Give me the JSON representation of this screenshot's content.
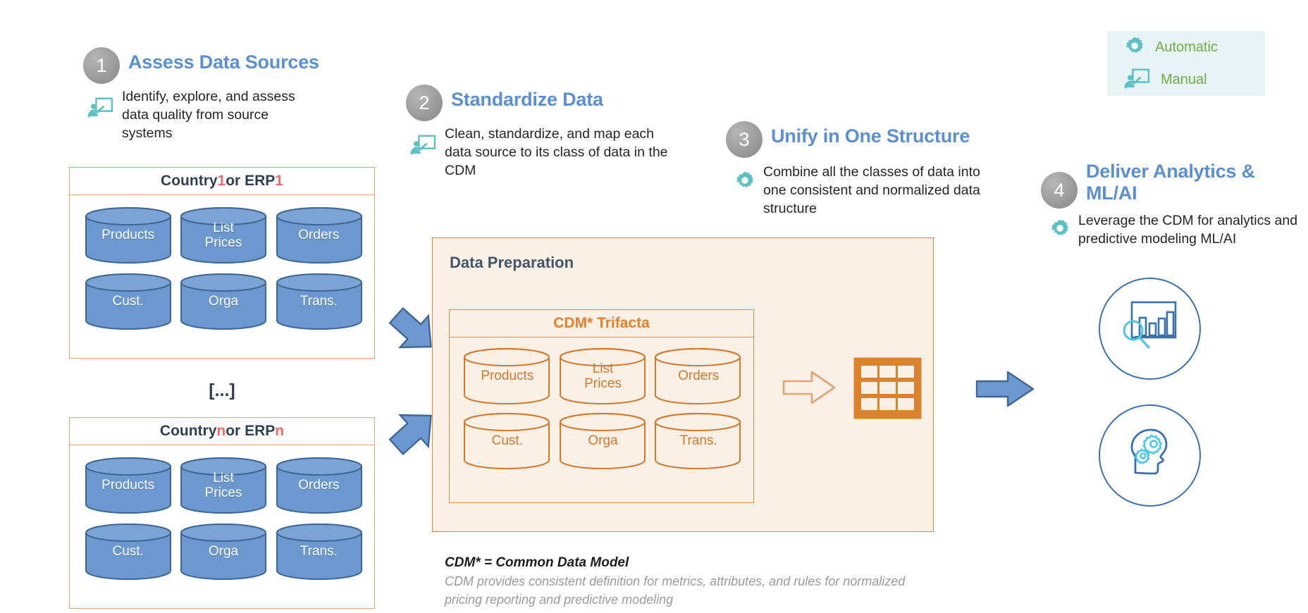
{
  "legend": {
    "items": [
      {
        "label": "Automatic",
        "icon": "gear-icon"
      },
      {
        "label": "Manual",
        "icon": "presentation-manual-icon"
      }
    ],
    "label_color": "#70ad47",
    "bg_color": "#e7f3f5"
  },
  "steps": [
    {
      "num": "1",
      "title": "Assess Data Sources",
      "body": "Identify, explore, and assess data quality from source systems",
      "icon": "presentation-manual-icon"
    },
    {
      "num": "2",
      "title": "Standardize Data",
      "body": "Clean, standardize, and map each data source to its class of data in the CDM",
      "icon": "presentation-manual-icon"
    },
    {
      "num": "3",
      "title": "Unify in One Structure",
      "body": "Combine all the classes of data into one consistent and normalized data structure",
      "icon": "gear-icon"
    },
    {
      "num": "4",
      "title": "Deliver Analytics & ML/AI",
      "body": "Leverage the CDM for analytics and predictive modeling ML/AI",
      "icon": "gear-icon"
    }
  ],
  "sources": {
    "box1": {
      "prefix": "Country ",
      "index": "1",
      "middle": " or ERP ",
      "index2": "1"
    },
    "box2": {
      "prefix": "Country ",
      "index": "n",
      "middle": " or ERP ",
      "index2": "n"
    },
    "ellipsis": "[...]",
    "cylinders": [
      "Products",
      "List Prices",
      "Orders",
      "Cust.",
      "Orga",
      "Trans."
    ]
  },
  "preparation": {
    "title": "Data Preparation",
    "cdm_title": "CDM* Trifacta",
    "cylinders": [
      "Products",
      "List Prices",
      "Orders",
      "Cust.",
      "Orga",
      "Trans."
    ],
    "output_icon": "table-grid-icon",
    "transition_icon": "hollow-right-arrow-icon"
  },
  "footnote": {
    "title": "CDM* = Common Data Model",
    "body": "CDM provides consistent definition for metrics, attributes, and rules for normalized pricing reporting and predictive modeling"
  },
  "outputs": [
    {
      "icon": "analytics-chart-search-icon"
    },
    {
      "icon": "ml-ai-head-gears-icon"
    }
  ],
  "colors": {
    "step_title": "#5b8fd0",
    "orange": "#e08a3c",
    "orange_text": "#e0822f",
    "cyl_blue": "#6b98ce",
    "cyl_blue_border": "#3f6694",
    "teal": "#5cc0c5",
    "panel_bg": "#fbf0e5",
    "red_accent": "#f4696a",
    "circle_blue": "#3a6fb0"
  }
}
